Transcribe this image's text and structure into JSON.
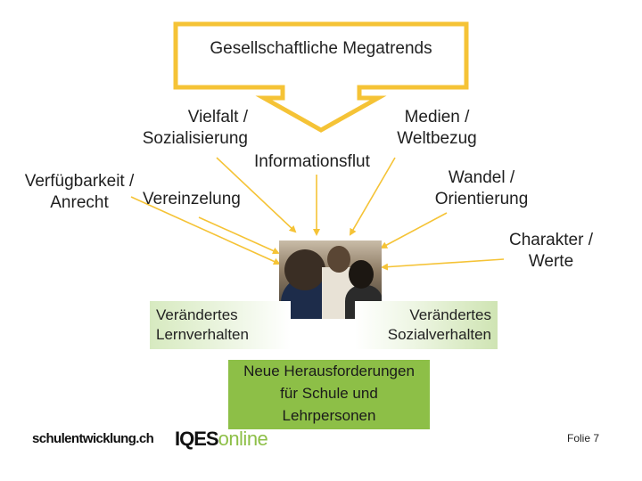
{
  "title": "Gesellschaftliche Megatrends",
  "trends": {
    "vielfalt": [
      "Vielfalt /",
      "Sozialisierung"
    ],
    "verfuegbarkeit": [
      "Verfügbarkeit /",
      "Anrecht"
    ],
    "vereinzelung": "Vereinzelung",
    "informationsflut": "Informationsflut",
    "medien": [
      "Medien /",
      "Weltbezug"
    ],
    "wandel": [
      "Wandel /",
      "Orientierung"
    ],
    "charakter": [
      "Charakter /",
      "Werte"
    ]
  },
  "outcomes": {
    "lern": [
      "Verändertes",
      "Lernverhalten"
    ],
    "sozial": [
      "Verändertes",
      "Sozialverhalten"
    ],
    "herausforderungen": [
      "Neue Herausforderungen",
      "für Schule und",
      "Lehrpersonen"
    ]
  },
  "logos": {
    "schulentwicklung_main": "schulentwicklung",
    "schulentwicklung_tld": ".ch",
    "iqes_main": "IQES",
    "iqes_accent": "online"
  },
  "footer": "Folie 7",
  "colors": {
    "callout_border": "#f5c336",
    "arrow": "#f5c336",
    "green_box": "#8dbf47",
    "light_green": "#d7eac0"
  }
}
